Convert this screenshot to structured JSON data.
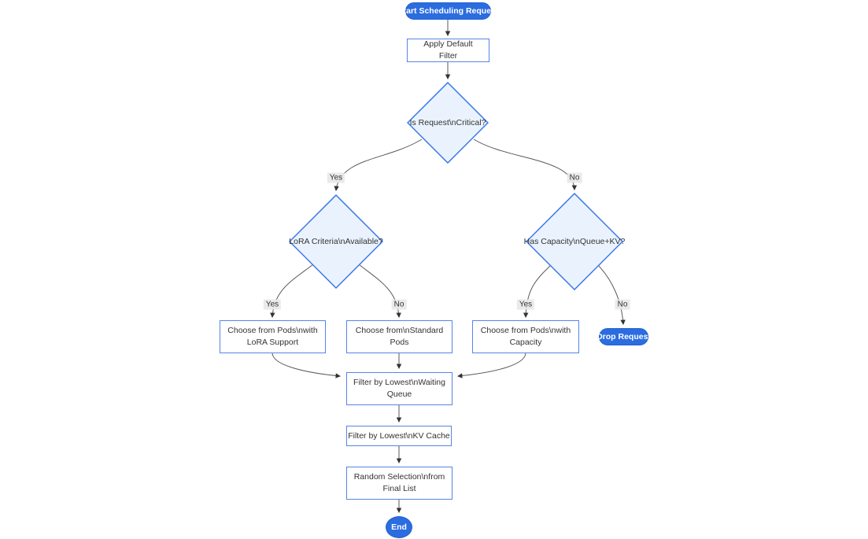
{
  "diagram": {
    "type": "flowchart",
    "background": "#ffffff",
    "colors": {
      "terminal_fill": "#2b6de0",
      "terminal_text": "#ffffff",
      "process_fill": "#ffffff",
      "process_border": "#5585e9",
      "decision_fill": "#eaf3fd",
      "decision_border": "#3a77e8",
      "edge_stroke": "#5a5a5a",
      "arrowhead": "#333333",
      "text": "#333333",
      "edge_label_bg": "#e8e8e8"
    },
    "nodes": {
      "start": {
        "label": "Start Scheduling Request",
        "type": "terminal"
      },
      "apply_filter": {
        "label": "Apply Default Filter",
        "type": "process"
      },
      "is_critical": {
        "label": "Is Request\\nCritical?",
        "type": "decision"
      },
      "lora_criteria": {
        "label": "LoRA Criteria\\nAvailable?",
        "type": "decision"
      },
      "has_capacity": {
        "label": "Has Capacity\\nQueue+KV?",
        "type": "decision"
      },
      "choose_lora": {
        "label": "Choose from Pods\\nwith LoRA Support",
        "type": "process"
      },
      "choose_standard": {
        "label": "Choose from\\nStandard Pods",
        "type": "process"
      },
      "choose_capacity": {
        "label": "Choose from Pods\\nwith Capacity",
        "type": "process"
      },
      "drop_request": {
        "label": "Drop Request",
        "type": "terminal"
      },
      "filter_waiting": {
        "label": "Filter by Lowest\\nWaiting Queue",
        "type": "process"
      },
      "filter_kv": {
        "label": "Filter by Lowest\\nKV Cache",
        "type": "process"
      },
      "random_selection": {
        "label": "Random Selection\\nfrom Final List",
        "type": "process"
      },
      "end": {
        "label": "End",
        "type": "terminal"
      }
    },
    "edge_labels": {
      "critical_yes": "Yes",
      "critical_no": "No",
      "lora_yes": "Yes",
      "lora_no": "No",
      "capacity_yes": "Yes",
      "capacity_no": "No"
    }
  }
}
